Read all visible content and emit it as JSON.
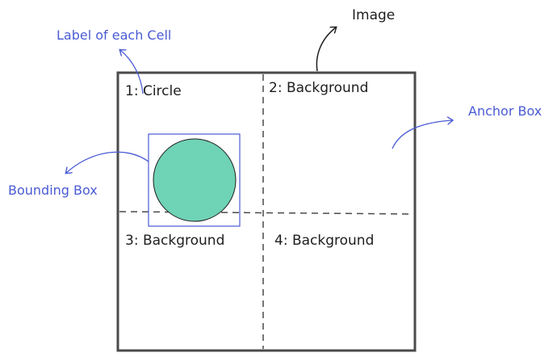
{
  "annotations": {
    "image": "Image",
    "cell_label": "Label of each Cell",
    "anchor_box": "Anchor Box",
    "bounding_box": "Bounding Box"
  },
  "cells": [
    {
      "label": "1: Circle"
    },
    {
      "label": "2: Background"
    },
    {
      "label": "3: Background"
    },
    {
      "label": "4: Background"
    }
  ],
  "colors": {
    "frame": "#4a4a4a",
    "circle_fill": "#6fd3b6",
    "bbox_stroke": "#4a5bd4",
    "annotation_text": "#4a5bd4",
    "cell_text": "#1e1e1e"
  }
}
